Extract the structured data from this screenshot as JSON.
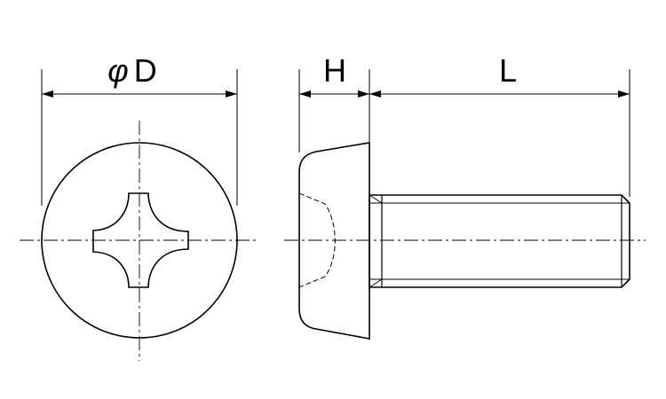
{
  "labels": {
    "diameter_symbol": "φ",
    "diameter_letter": "D",
    "head_height": "H",
    "length": "L"
  },
  "colors": {
    "line": "#000000",
    "background": "#ffffff"
  }
}
